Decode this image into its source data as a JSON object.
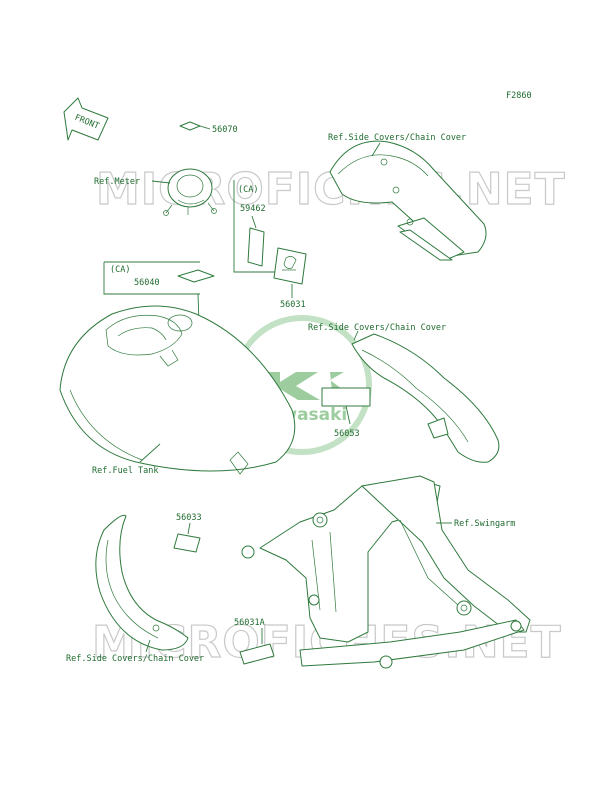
{
  "figure_id": "F2860",
  "watermarks": [
    "MICROFICHES.NET",
    "MICROFICHES.NET"
  ],
  "logo_text": "Kawasaki",
  "front_tag": "FRONT",
  "callouts": {
    "p56070": "56070",
    "ref_meter": "Ref.Meter",
    "ca_1": "(CA)",
    "p59462": "59462",
    "ca_2": "(CA)",
    "p56040": "56040",
    "ref_side_covers_1": "Ref.Side Covers/Chain Cover",
    "p56031": "56031",
    "ref_side_covers_2": "Ref.Side Covers/Chain Cover",
    "p56053": "56053",
    "ref_fuel_tank": "Ref.Fuel Tank",
    "ref_swingarm": "Ref.Swingarm",
    "p56033": "56033",
    "p56031a": "56031A",
    "ref_side_covers_3": "Ref.Side Covers/Chain Cover"
  },
  "colors": {
    "line": "#2f7a3d",
    "text": "#1f6b2f",
    "logo": "#8dc58f",
    "watermark": "#c9c9c9"
  }
}
